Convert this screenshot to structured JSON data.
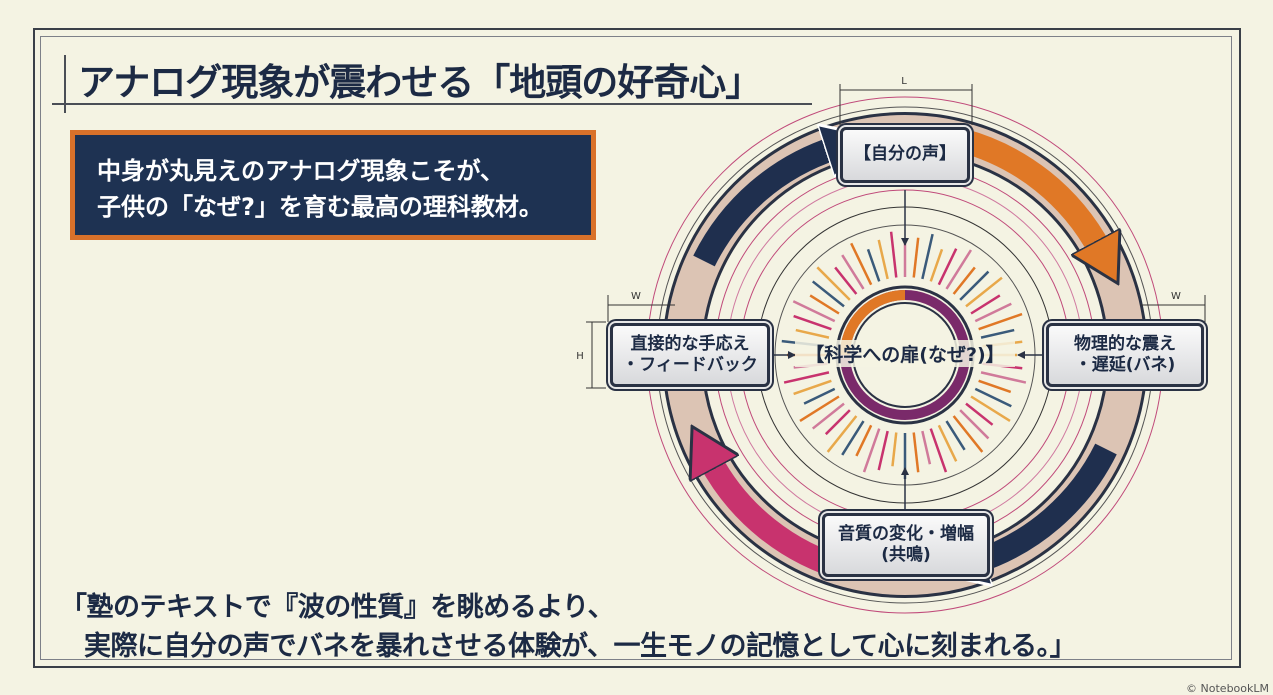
{
  "title": "アナログ現象が震わせる「地頭の好奇心」",
  "callout": {
    "line1": "中身が丸見えのアナログ現象こそが、",
    "line2": "子供の「なぜ?」を育む最高の理科教材。"
  },
  "diagram": {
    "center": "【科学への扉(なぜ?)】",
    "nodes": {
      "top": "【自分の声】",
      "right_line1": "物理的な震え",
      "right_line2": "・遅延(バネ)",
      "bottom_line1": "音質の変化・増幅",
      "bottom_line2": "(共鳴)",
      "left_line1": "直接的な手応え",
      "left_line2": "・フィードバック"
    },
    "dimension_labels": {
      "length": "L",
      "width_left": "W",
      "width_right": "W",
      "height": "H"
    },
    "colors": {
      "orange": "#e07826",
      "navy": "#1f2f4e",
      "pink": "#c8336e",
      "purple": "#7a2a6a",
      "tan": "#d8c0b0"
    }
  },
  "quote": {
    "line1": "「塾のテキストで『波の性質』を眺めるより、",
    "line2": "実際に自分の声でバネを暴れさせる体験が、一生モノの記憶として心に刻まれる。」"
  },
  "watermark": "© NotebookLM"
}
